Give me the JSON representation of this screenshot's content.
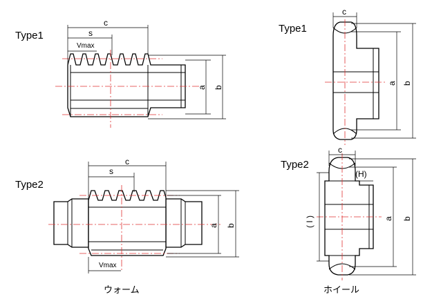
{
  "worm": {
    "type1_label": "Type1",
    "type2_label": "Type2",
    "dim_c": "c",
    "dim_s": "s",
    "dim_vmax": "Vmax",
    "dim_a": "a",
    "dim_b": "b",
    "caption": "ウォーム"
  },
  "wheel": {
    "type1_label": "Type1",
    "type2_label": "Type2",
    "dim_c": "c",
    "dim_a": "a",
    "dim_b": "b",
    "dim_h": "(H)",
    "dim_i": "( I )",
    "caption": "ホイール"
  },
  "colors": {
    "outline": "#000000",
    "centerline": "#e03030"
  }
}
